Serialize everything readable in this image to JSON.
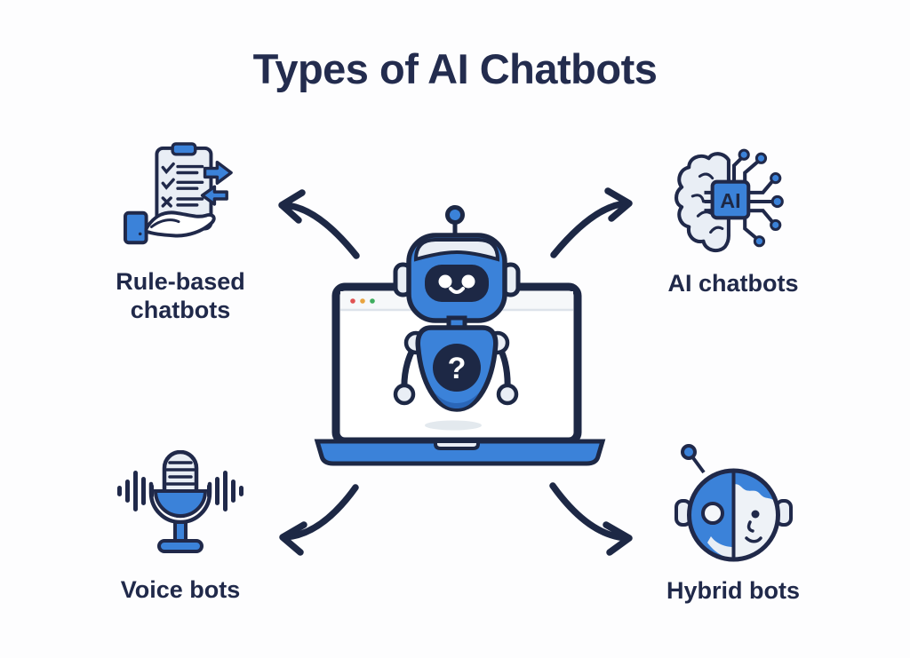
{
  "title": "Types of AI Chatbots",
  "center": {
    "icon": "chatbot-robot-on-laptop-icon",
    "robot_badge": "?",
    "browser_dot_colors": [
      "#e05252",
      "#e8a43f",
      "#3fae5f"
    ]
  },
  "nodes": [
    {
      "label": "Rule-based chatbots",
      "icon": "checklist-in-hand-icon",
      "position": "top-left"
    },
    {
      "label": "AI chatbots",
      "icon": "brain-ai-chip-icon",
      "position": "top-right",
      "chip_text": "AI"
    },
    {
      "label": "Voice bots",
      "icon": "microphone-sound-waves-icon",
      "position": "bottom-left"
    },
    {
      "label": "Hybrid bots",
      "icon": "half-robot-half-human-icon",
      "position": "bottom-right"
    }
  ],
  "colors": {
    "background": "#fdfdfe",
    "outline_navy": "#1d2845",
    "title_navy": "#232c4e",
    "primary_blue": "#3b82d9",
    "light_fill": "#e9eef5"
  }
}
